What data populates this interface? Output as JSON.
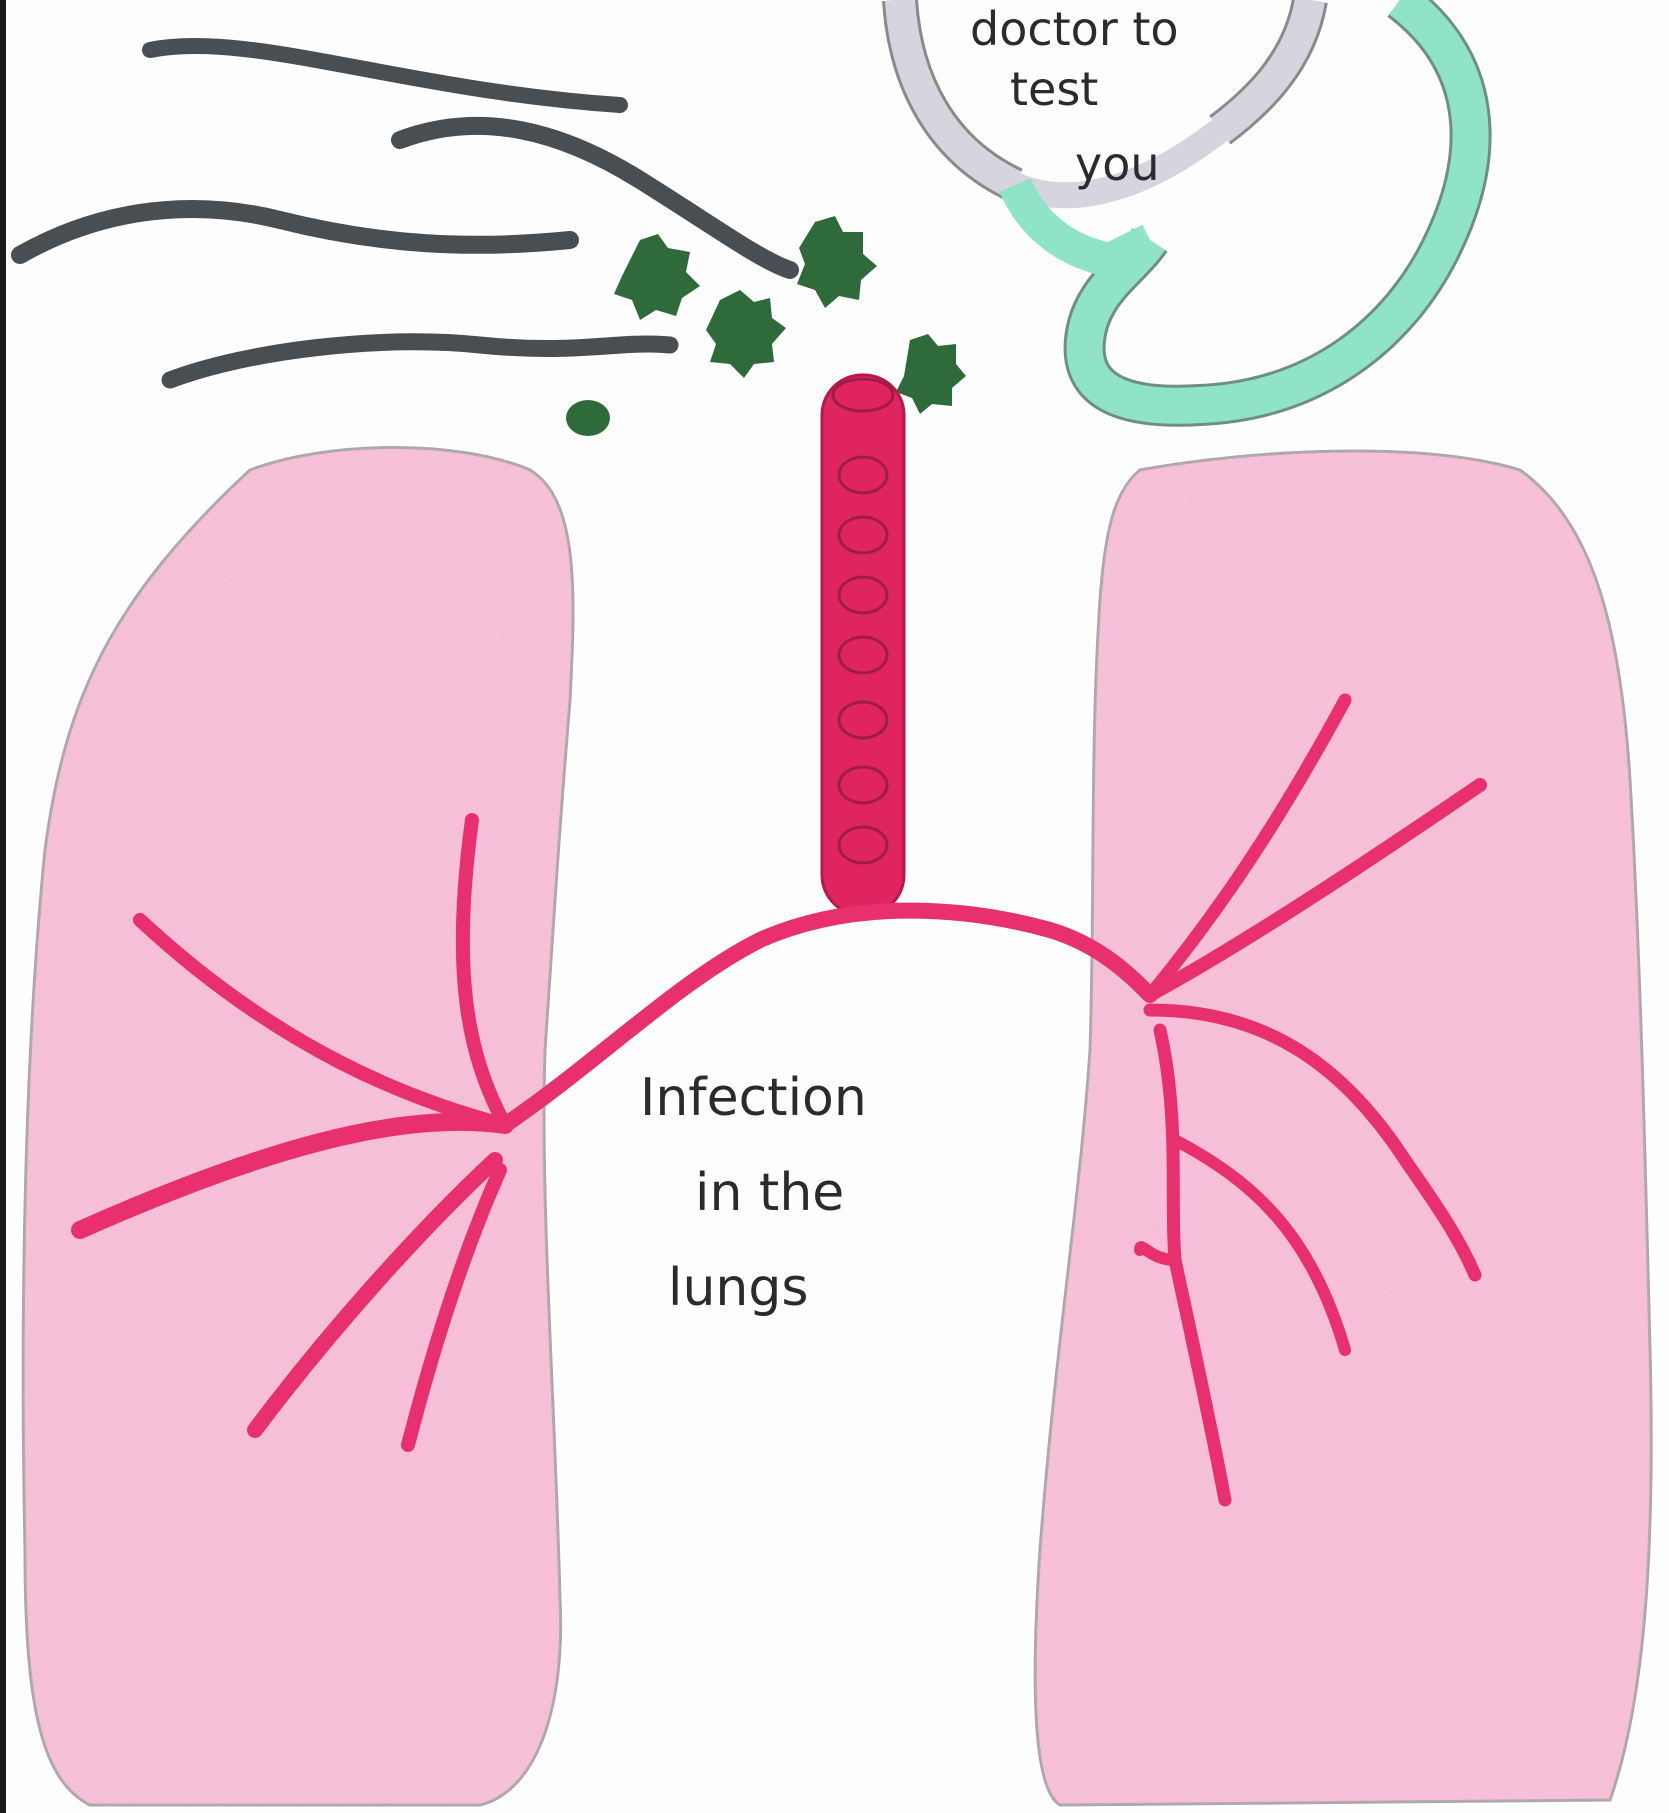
{
  "stethoscope": {
    "lines": [
      "doctor to",
      "test",
      "you"
    ]
  },
  "caption": {
    "lines": [
      "Infection",
      "in the",
      "lungs"
    ]
  },
  "colors": {
    "lung_fill": "#f7c6dc",
    "lung_outline": "#a8a8a8",
    "airway": "#e8306e",
    "trachea": "#e0245f",
    "smoke": "#3a4045",
    "germs": "#2f6b3a",
    "stethoscope_gray": "#d6d4de",
    "stethoscope_teal": "#8fe3c9"
  },
  "icons": {
    "smoke": "smoke-lines-icon",
    "germs": "germ-icon",
    "stethoscope": "stethoscope-icon",
    "lungs": "lungs-icon",
    "trachea": "trachea-icon"
  }
}
